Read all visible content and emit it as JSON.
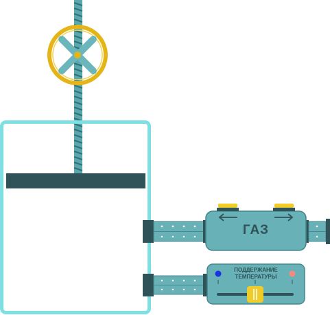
{
  "gas_box": {
    "label": "ГАЗ"
  },
  "temperature_panel": {
    "label_line1": "ПОДДЕРЖАНИЕ",
    "label_line2": "ТЕМПЕРАТУРЫ"
  },
  "colors": {
    "cylinder_outline": "#7fe0e3",
    "piston": "#2f5358",
    "rod": "#5aa7ac",
    "rod_dark": "#2e7278",
    "wheel_ring": "#e5b417",
    "wheel_spokes": "#6ab6ba",
    "module_body": "#68b1b6",
    "module_stroke": "#45888d",
    "flange": "#2f5358",
    "yellow": "#f0cc2a",
    "cold_dot": "#1a33e0",
    "hot_dot": "#f48b80"
  },
  "icons": [
    "handwheel-icon",
    "arrow-left-icon",
    "arrow-right-icon"
  ]
}
